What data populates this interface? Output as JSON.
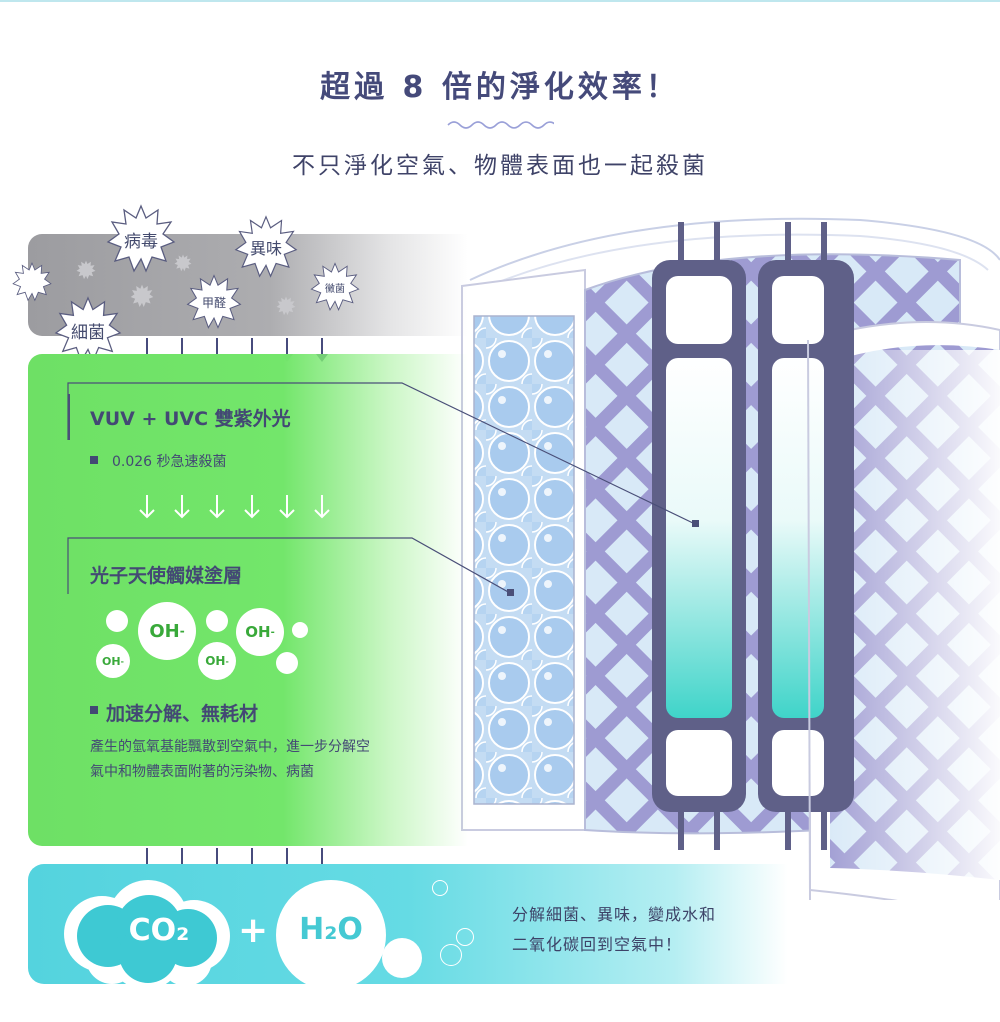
{
  "header": {
    "title": "超過 8 倍的淨化效率！",
    "subtitle": "不只淨化空氣、物體表面也一起殺菌"
  },
  "pollutants": [
    "病毒",
    "異味",
    "甲醛",
    "黴菌",
    "細菌"
  ],
  "stage_uv": {
    "title": "VUV + UVC 雙紫外光",
    "bullet": "0.026 秒急速殺菌"
  },
  "stage_coating": {
    "title": "光子天使觸媒塗層",
    "radicals": [
      "OH",
      "OH",
      "OH",
      "OH"
    ],
    "radical_charge": "-"
  },
  "stage_decompose": {
    "title": "加速分解、無耗材",
    "body": "產生的氫氧基能飄散到空氣中，進一步分解空氣中和物體表面附著的污染物、病菌"
  },
  "result": {
    "co2": "CO₂",
    "plus": "+",
    "h2o": "H₂O",
    "description_line1": "分解細菌、異味，變成水和",
    "description_line2": "二氧化碳回到空氣中！"
  },
  "colors": {
    "title": "#454a7a",
    "green": "#72e56a",
    "blue": "#58d5df",
    "lamp": "#5f6088",
    "mesh": "#9a97cf"
  }
}
